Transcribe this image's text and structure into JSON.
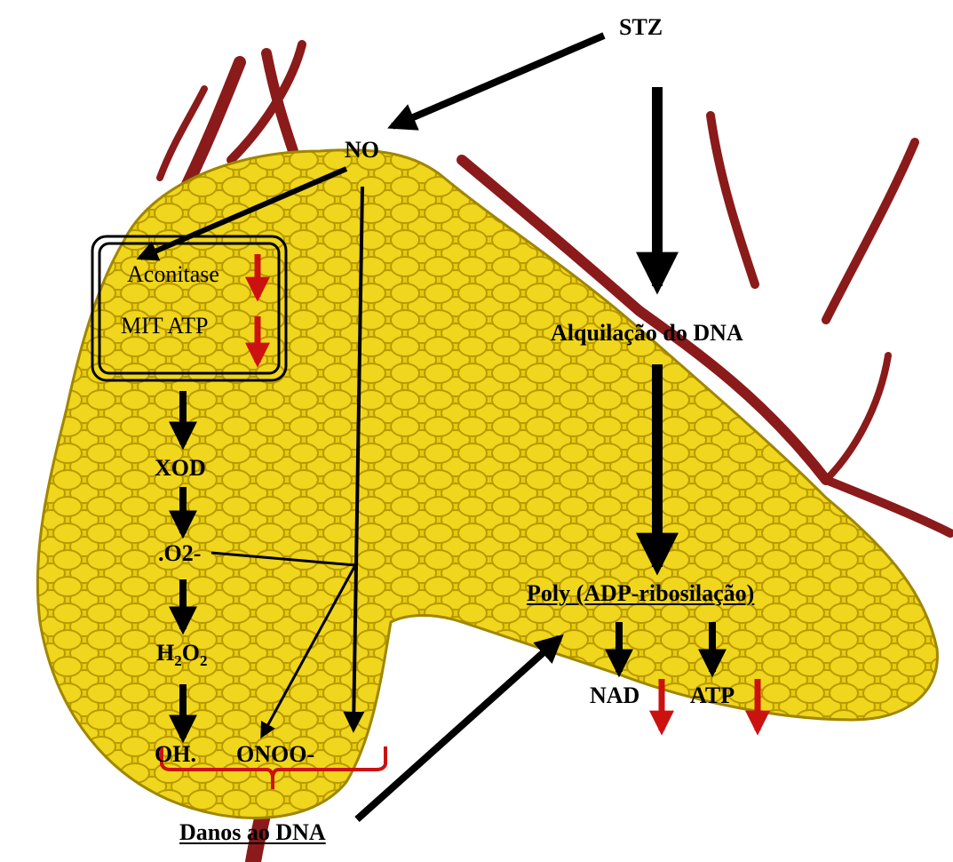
{
  "labels": {
    "stz": "STZ",
    "no": "NO",
    "aconitase": "Aconitase",
    "mit_atp": "MIT  ATP",
    "xod": "XOD",
    "o2": ".O2-",
    "h2o2": {
      "h": "H",
      "sub1": "2",
      "o": "O",
      "sub2": "2"
    },
    "oh": "OH.",
    "onoo": "ONOO-",
    "danos": "Danos ao DNA",
    "alquilacao": "Alquilação do DNA",
    "poly": "Poly (ADP-ribosilação)",
    "nad": "NAD",
    "atp": "ATP"
  },
  "colors": {
    "pancreas": "#e8cc0a",
    "pancreas_dark": "#b89a00",
    "vessel": "#8b1a1a",
    "arrow": "#000000",
    "decrease_arrow": "#cc1111",
    "bracket": "#cc1111"
  }
}
